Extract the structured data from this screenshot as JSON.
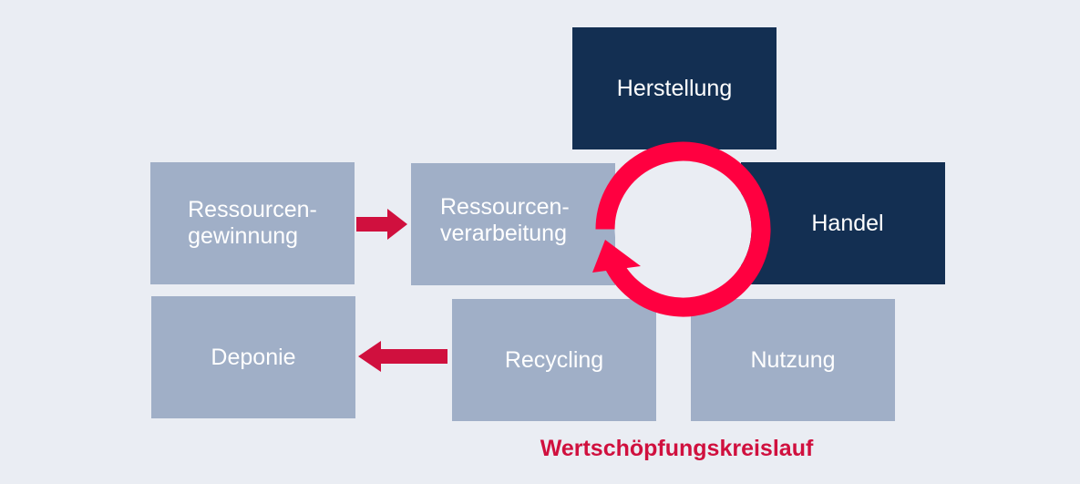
{
  "stages": {
    "herstellung": "Herstellung",
    "ressourcengewinnung": "Ressourcen-\ngewinnung",
    "ressourcenverarbeitung": "Ressourcen-\nverarbeitung",
    "handel": "Handel",
    "deponie": "Deponie",
    "recycling": "Recycling",
    "nutzung": "Nutzung"
  },
  "title": "Wertschöpfungskreislauf",
  "colors": {
    "background": "#eaedf3",
    "light_box": "#a0afc7",
    "dark_box": "#132f52",
    "cycle": "#ff0040",
    "arrow": "#d0103e"
  }
}
